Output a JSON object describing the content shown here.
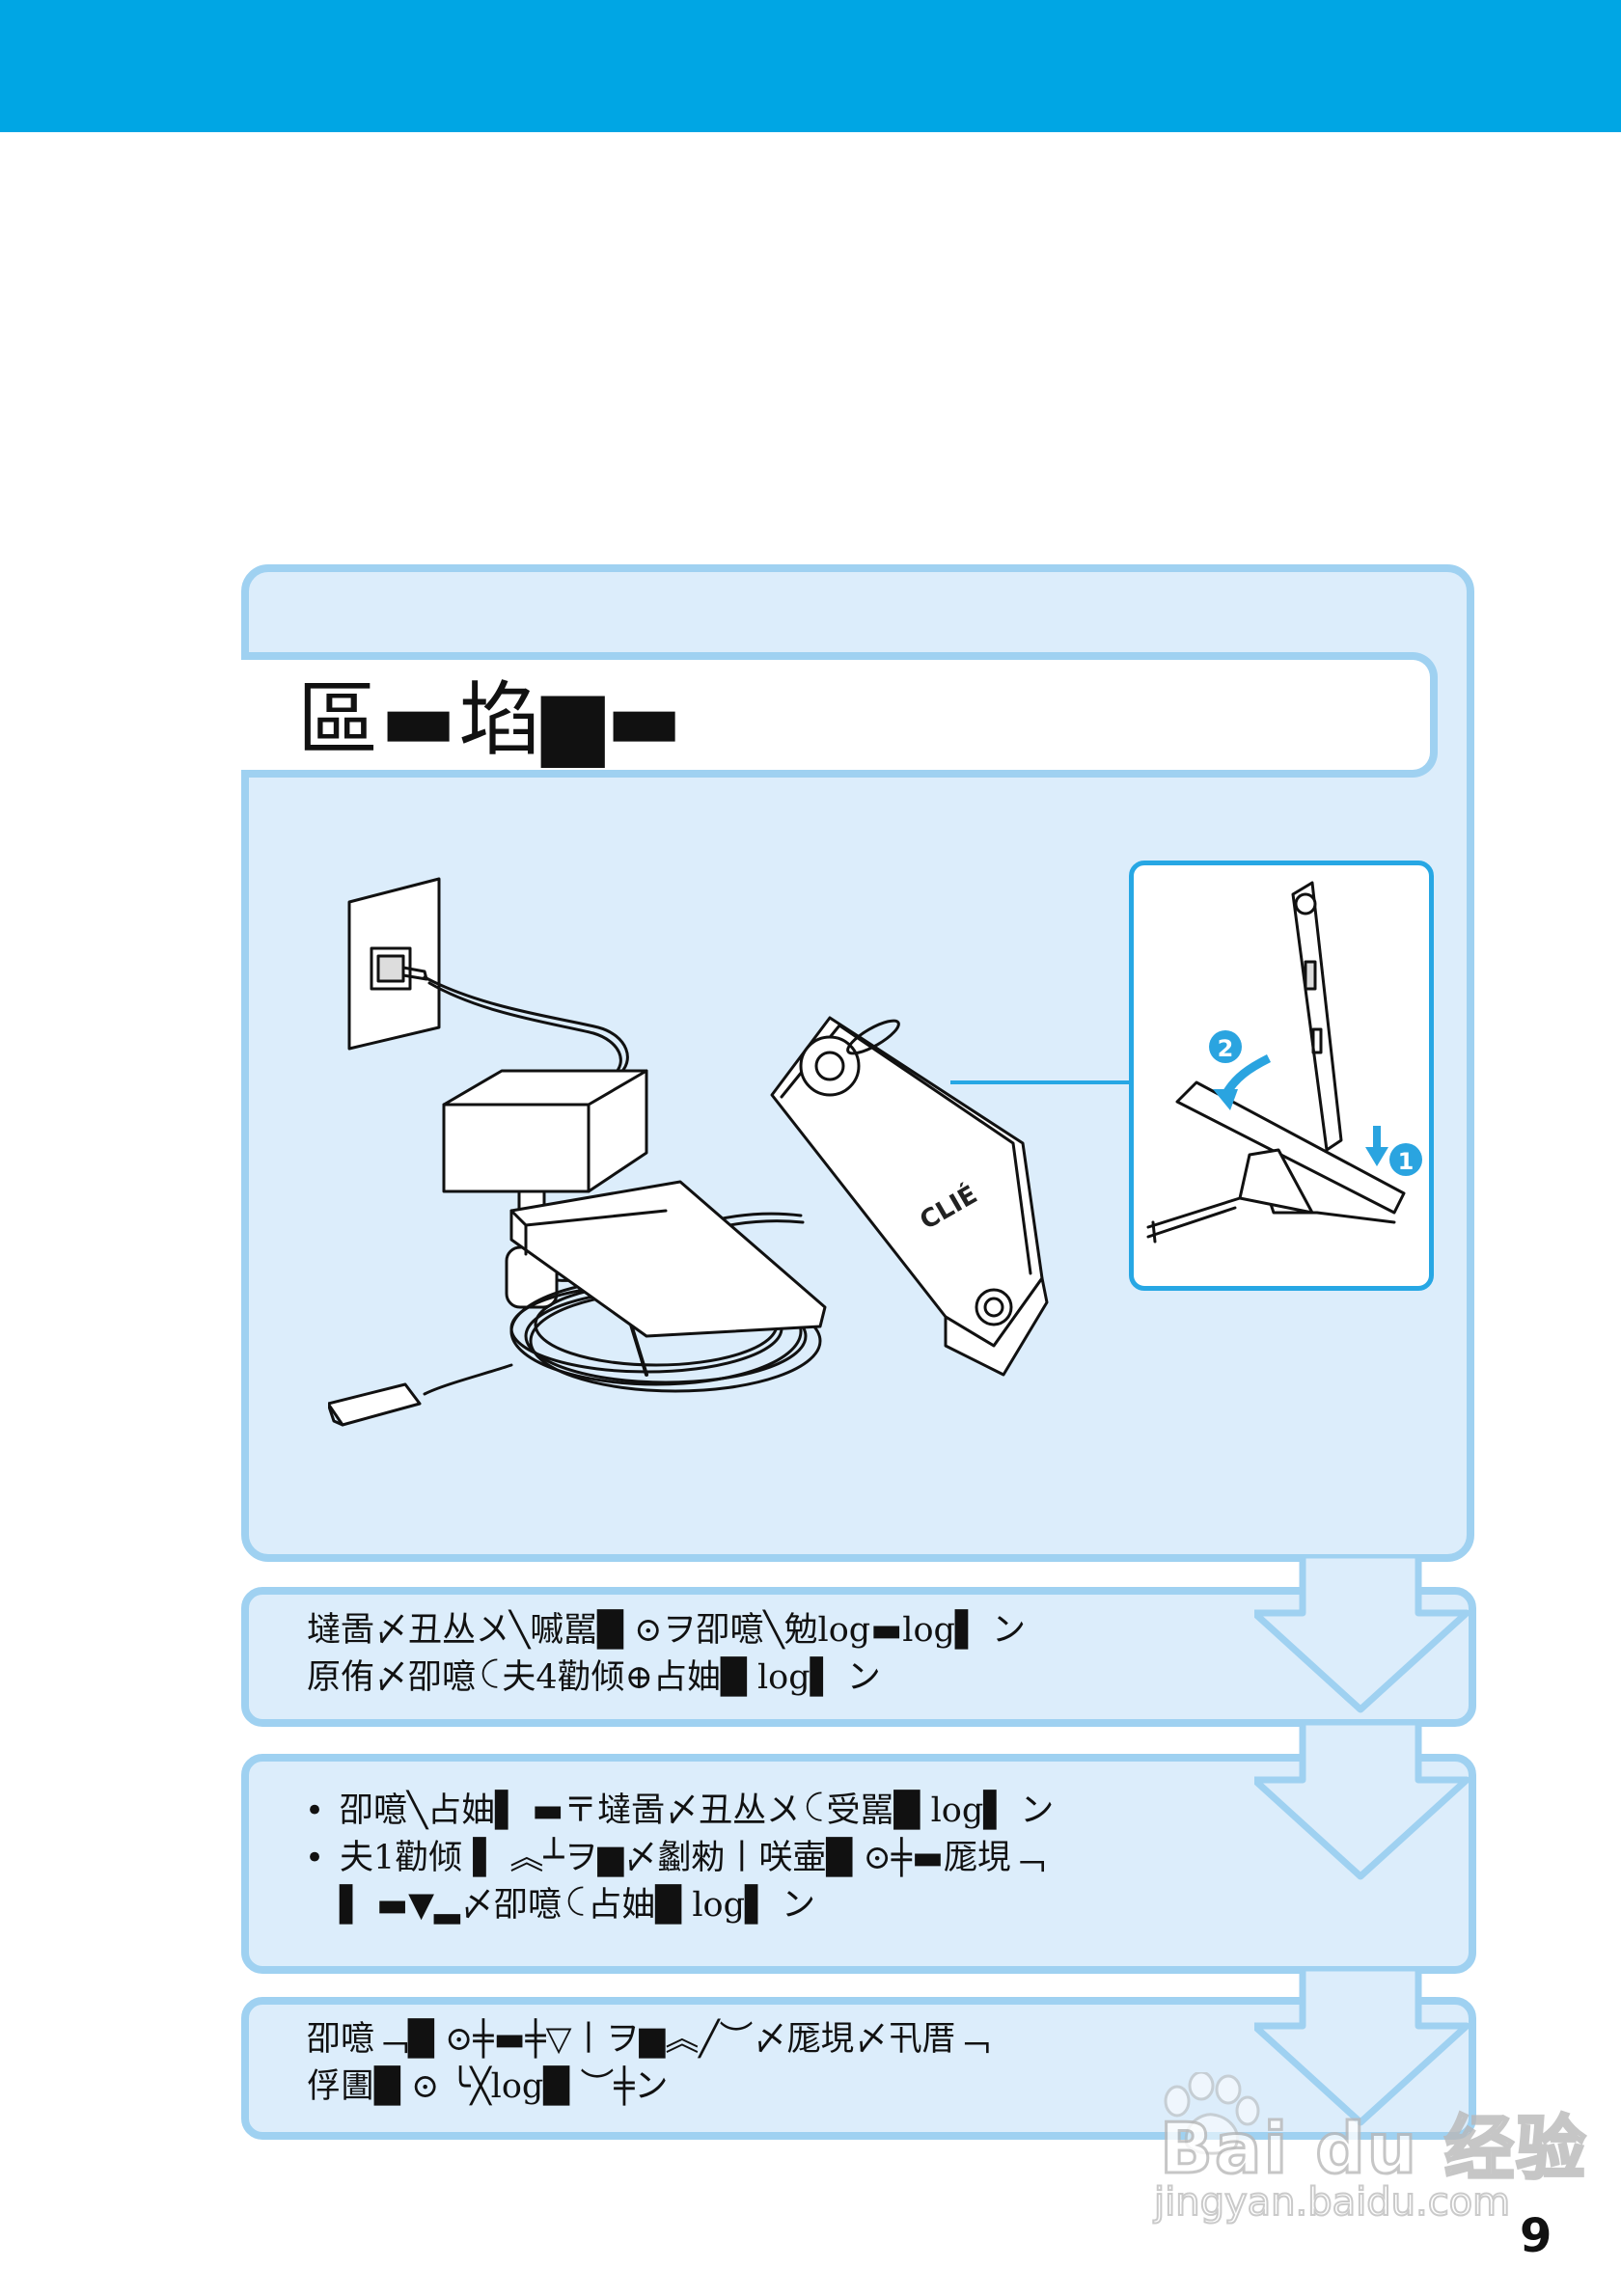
{
  "colors": {
    "header": "#00a6e4",
    "panel_fill": "#dcedfb",
    "panel_border": "#9fd1f1",
    "inset_border": "#27a7e4"
  },
  "title": "區▬埳▆▬",
  "steps": [
    {
      "lines": [
        "墶啚〆丑丛〤╲嘁嚚█ ⊙ヲ卲噫╲勉log▬log▌ ン",
        "原侑〆卲噫ꉔ夫4勸倾⊕占妯█ log▌ ン"
      ]
    },
    {
      "bullets": [
        "卲噫╲占妯▌ ▬〒墶啚〆丑丛〤ꉔ受嚚█ log▌ ン",
        "夫1勸倾 ▌ ︽┴ヲ▆〆劙勑丨咲壷█ ⊙╪▬厖垷﹁"
      ],
      "continuation": "▌ ▬▼▂〆卲噫ꉔ占妯█ log▌ ン"
    },
    {
      "lines": [
        "卲噫﹁█ ⊙╪▬╪▽丨ヲ▆︽╱︶〆厖垷〆卂厝﹁",
        "俘圕█ ⊙ ╰╳log█ ︶╪ン"
      ]
    }
  ],
  "page_number": "9",
  "watermark": {
    "brand": "Bai du 经验",
    "url": "jingyan.baidu.com"
  },
  "device_logo": "CLIÉ",
  "inset_markers": [
    "1",
    "2"
  ]
}
